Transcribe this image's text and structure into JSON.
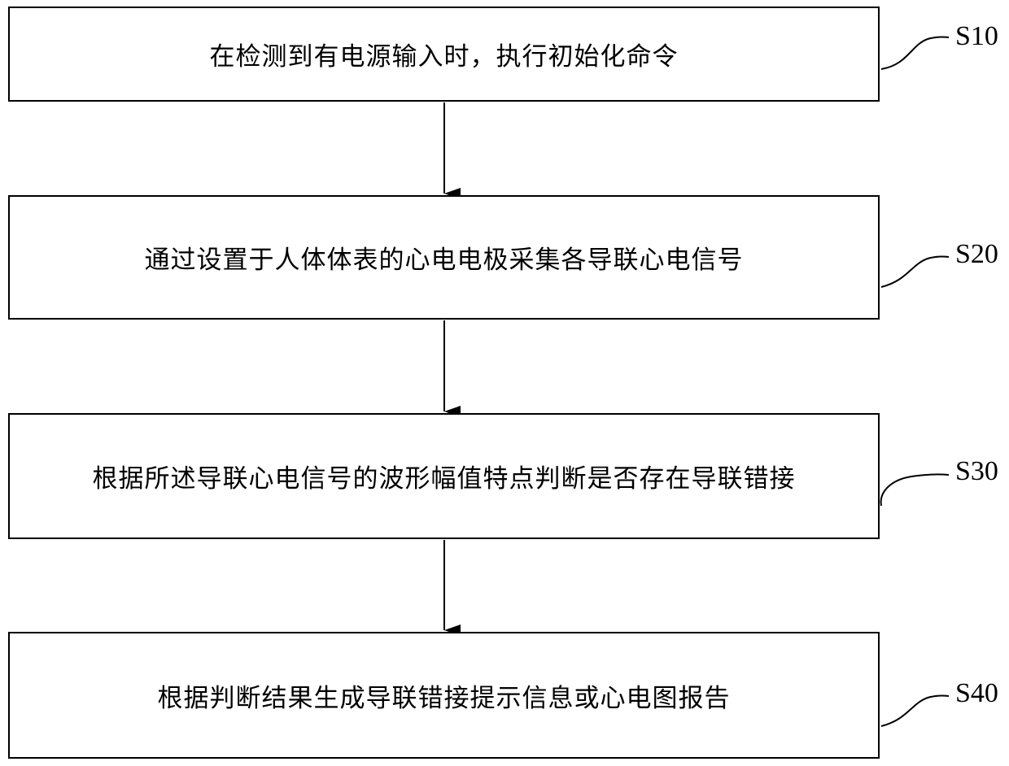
{
  "flowchart": {
    "steps": [
      {
        "label": "S10",
        "text": "在检测到有电源输入时，执行初始化命令"
      },
      {
        "label": "S20",
        "text": "通过设置于人体体表的心电电极采集各导联心电信号"
      },
      {
        "label": "S30",
        "text": "根据所述导联心电信号的波形幅值特点判断是否存在导联错接"
      },
      {
        "label": "S40",
        "text": "根据判断结果生成导联错接提示信息或心电图报告"
      }
    ]
  },
  "colors": {
    "stroke": "#000000",
    "background": "#ffffff"
  }
}
